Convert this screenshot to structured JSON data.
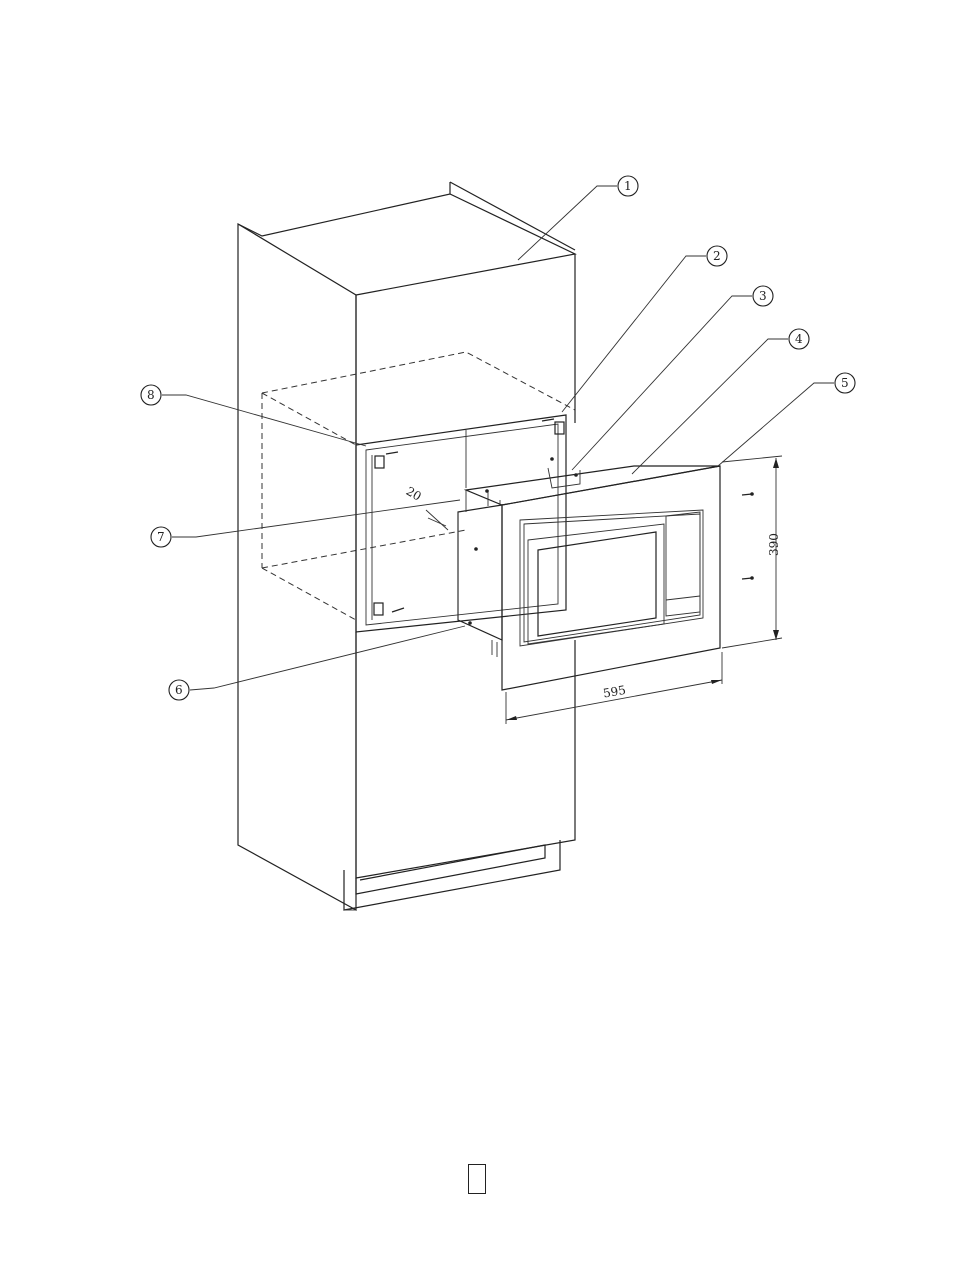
{
  "callouts": [
    {
      "id": "1",
      "label": "1"
    },
    {
      "id": "2",
      "label": "2"
    },
    {
      "id": "3",
      "label": "3"
    },
    {
      "id": "4",
      "label": "4"
    },
    {
      "id": "5",
      "label": "5"
    },
    {
      "id": "6",
      "label": "6"
    },
    {
      "id": "7",
      "label": "7"
    },
    {
      "id": "8",
      "label": "8"
    }
  ],
  "dimensions": {
    "width": "595",
    "height": "390",
    "depth": "20"
  },
  "colors": {
    "line": "#222222",
    "background": "#ffffff"
  }
}
